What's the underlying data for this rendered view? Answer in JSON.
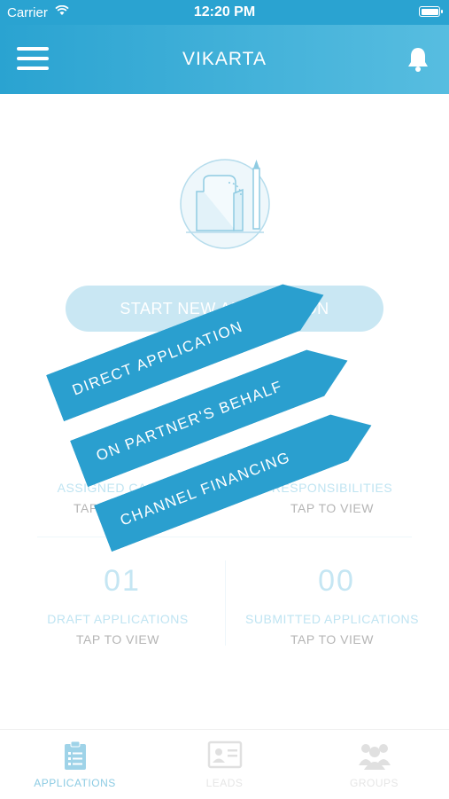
{
  "status_bar": {
    "carrier": "Carrier",
    "time": "12:20 PM"
  },
  "header": {
    "title": "VIKARTA"
  },
  "main": {
    "start_button": "START NEW APPLICATION",
    "stats": [
      {
        "number": "",
        "label": "ASSIGNED CASES",
        "sub": "TAP TO VIEW"
      },
      {
        "number": "",
        "label": "RESPONSIBILITIES",
        "sub": "TAP TO VIEW"
      },
      {
        "number": "01",
        "label": "DRAFT APPLICATIONS",
        "sub": "TAP TO VIEW"
      },
      {
        "number": "00",
        "label": "SUBMITTED APPLICATIONS",
        "sub": "TAP TO VIEW"
      }
    ]
  },
  "ribbons": [
    {
      "label": "DIRECT APPLICATION"
    },
    {
      "label": "ON PARTNER'S BEHALF"
    },
    {
      "label": "CHANNEL FINANCING"
    }
  ],
  "tabbar": {
    "tabs": [
      {
        "label": "APPLICATIONS",
        "icon": "clipboard-icon"
      },
      {
        "label": "LEADS",
        "icon": "id-card-icon"
      },
      {
        "label": "GROUPS",
        "icon": "group-icon"
      }
    ]
  },
  "colors": {
    "primary": "#2aa3d1",
    "ribbon": "#2a9fcf",
    "muted_blue": "#bfe4f2"
  }
}
